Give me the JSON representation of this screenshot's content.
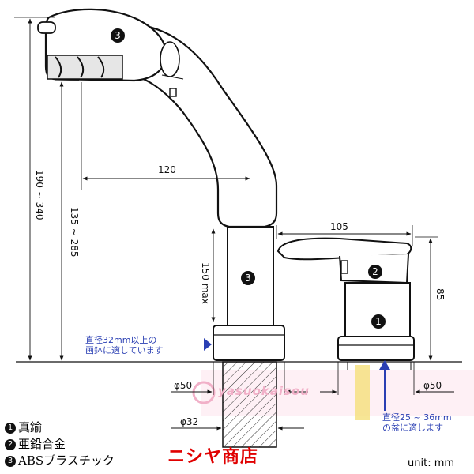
{
  "dimensions": {
    "total_height": "190 ~ 340",
    "spout_height": "135 ~ 285",
    "reach": "120",
    "hose_max": "150 max",
    "handle_width": "105",
    "handle_height": "85",
    "base_dia_left": "φ50",
    "base_dia_right": "φ50",
    "hole_dia": "φ32"
  },
  "notes": {
    "basin_line1": "直径32mm以上の",
    "basin_line2": "画鉢に適しています",
    "counter_line1": "直径25 ~ 36mm",
    "counter_line2": "の盆に適します"
  },
  "callouts": {
    "spout_head": "3",
    "spout_body": "3",
    "handle_lever": "2",
    "handle_body": "1"
  },
  "legend": [
    {
      "num": "1",
      "text": "真鍮"
    },
    {
      "num": "2",
      "text": "亜鉛合金"
    },
    {
      "num": "3",
      "text": "ABSプラスチック"
    }
  ],
  "shop_name": "ニシヤ商店",
  "watermark": "yasuokaisou",
  "unit": "unit:  mm"
}
